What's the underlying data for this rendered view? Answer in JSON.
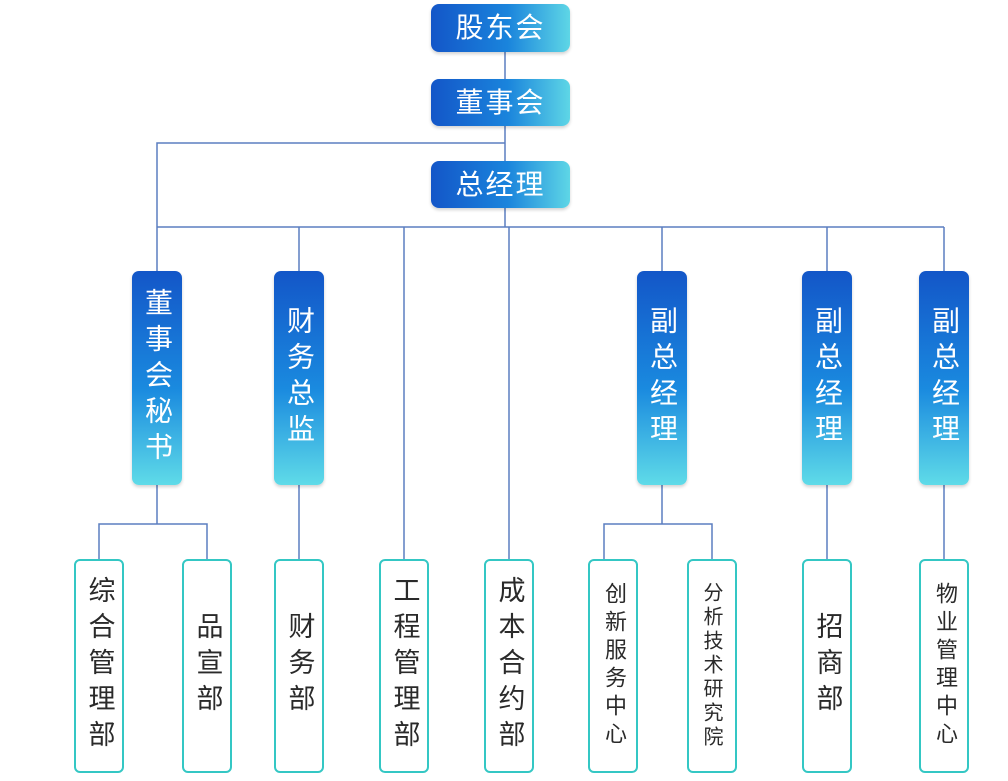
{
  "top": {
    "shareholders": "股东会",
    "board": "董事会",
    "general_manager": "总经理"
  },
  "mid": {
    "board_secretary": "董事会秘书",
    "finance_director": "财务总监",
    "vp_1": "副总经理",
    "vp_2": "副总经理",
    "vp_3": "副总经理"
  },
  "leaf": {
    "general_admin": "综合管理部",
    "brand_promotion": "品宣部",
    "finance_dept": "财务部",
    "engineering_mgmt": "工程管理部",
    "cost_contract": "成本合约部",
    "innovation_service": "创新服务中心",
    "analysis_institute": "分析技术研究院",
    "investment_dept": "招商部",
    "property_mgmt": "物业管理中心"
  },
  "colors": {
    "gradient_dark": "#1356c8",
    "gradient_light": "#5ed6e6",
    "leaf_border": "#34c7c4",
    "connector": "#5b7ec0"
  }
}
